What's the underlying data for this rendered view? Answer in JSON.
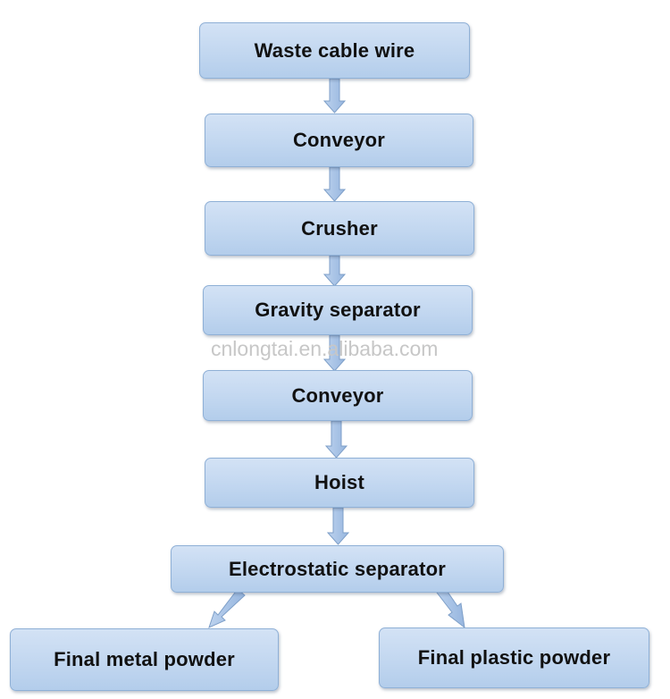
{
  "flowchart": {
    "steps": [
      {
        "label": "Waste cable wire"
      },
      {
        "label": "Conveyor"
      },
      {
        "label": "Crusher"
      },
      {
        "label": "Gravity separator"
      },
      {
        "label": "Conveyor"
      },
      {
        "label": "Hoist"
      },
      {
        "label": "Electrostatic separator"
      }
    ],
    "outputs": [
      {
        "label": "Final metal powder"
      },
      {
        "label": "Final plastic powder"
      }
    ]
  },
  "watermark": {
    "text": "cnlongtai.en.alibaba.com"
  },
  "colors": {
    "box_fill_top": "#d3e2f5",
    "box_fill_bottom": "#b3cdeb",
    "box_border": "#8fb0d6",
    "arrow_fill": "#a9c4e6",
    "arrow_stroke": "#7e9fc8",
    "text": "#111111",
    "watermark": "#c7c7c7"
  }
}
